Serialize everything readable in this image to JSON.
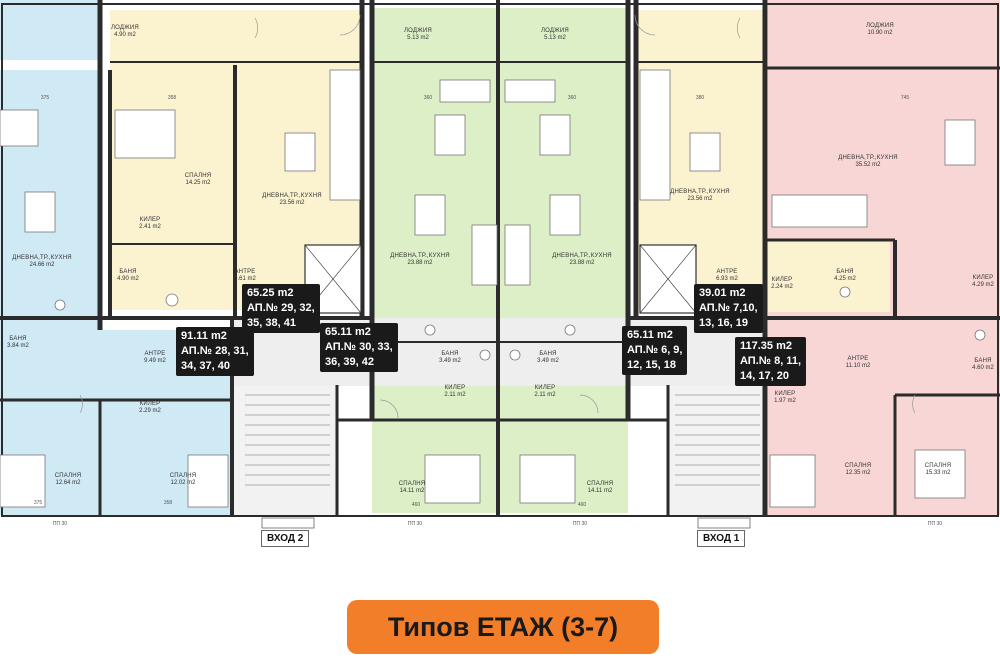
{
  "colors": {
    "blue_unit": "#cfe9f5",
    "yellow_unit": "#fbf2cf",
    "green_unit": "#dcefc7",
    "pink_unit": "#f8d6d6",
    "stair": "#f2f2f2",
    "wall": "#2b2b2b",
    "title_bg": "#f37e2a",
    "badge_bg": "#1a1a1a"
  },
  "title": "Типов ЕТАЖ (3-7)",
  "entrances": {
    "left": "ВХОД 2",
    "right": "ВХОД 1"
  },
  "badges": [
    {
      "area": "91.11 m2",
      "l1": "АП.№ 28, 31,",
      "l2": "34, 37, 40"
    },
    {
      "area": "65.25 m2",
      "l1": "АП.№ 29, 32,",
      "l2": "35, 38, 41"
    },
    {
      "area": "65.11 m2",
      "l1": "АП.№ 30, 33,",
      "l2": "36, 39, 42"
    },
    {
      "area": "65.11 m2",
      "l1": "АП.№ 6, 9,",
      "l2": "12, 15, 18"
    },
    {
      "area": "39.01 m2",
      "l1": "АП.№ 7,10,",
      "l2": "13, 16, 19"
    },
    {
      "area": "117.35 m2",
      "l1": "АП.№ 8, 11,",
      "l2": "14, 17, 20"
    }
  ],
  "rooms": [
    {
      "name": "ЛОДЖИЯ",
      "area": "4.90 m2"
    },
    {
      "name": "ЛОДЖИЯ",
      "area": "5.13 m2"
    },
    {
      "name": "ЛОДЖИЯ",
      "area": "5.13 m2"
    },
    {
      "name": "ЛОДЖИЯ",
      "area": "10.90 m2"
    },
    {
      "name": "СПАЛНЯ",
      "area": "14.25 m2"
    },
    {
      "name": "ДНЕВНА,ТР.,КУХНЯ",
      "area": "23.56 m2"
    },
    {
      "name": "ДНЕВНА,ТР.,КУХНЯ",
      "area": "24.66 m2"
    },
    {
      "name": "ДНЕВНА,ТР.,КУХНЯ",
      "area": "23.88 m2"
    },
    {
      "name": "ДНЕВНА,ТР.,КУХНЯ",
      "area": "23.88 m2"
    },
    {
      "name": "ДНЕВНА,ТР.,КУХНЯ",
      "area": "23.56 m2"
    },
    {
      "name": "ДНЕВНА,ТР.,КУХНЯ",
      "area": "35.52 m2"
    },
    {
      "name": "КИЛЕР",
      "area": "2.41 m2"
    },
    {
      "name": "БАНЯ",
      "area": "4.90 m2"
    },
    {
      "name": "АНТРЕ",
      "area": "5.61 m2"
    },
    {
      "name": "БАНЯ",
      "area": "3.84 m2"
    },
    {
      "name": "АНТРЕ",
      "area": "9.49 m2"
    },
    {
      "name": "КИЛЕР",
      "area": "2.29 m2"
    },
    {
      "name": "СПАЛНЯ",
      "area": "12.64 m2"
    },
    {
      "name": "СПАЛНЯ",
      "area": "12.02 m2"
    },
    {
      "name": "БАНЯ",
      "area": "3.49 m2"
    },
    {
      "name": "БАНЯ",
      "area": "3.49 m2"
    },
    {
      "name": "КИЛЕР",
      "area": "2.11 m2"
    },
    {
      "name": "КИЛЕР",
      "area": "2.11 m2"
    },
    {
      "name": "СПАЛНЯ",
      "area": "14.11 m2"
    },
    {
      "name": "СПАЛНЯ",
      "area": "14.11 m2"
    },
    {
      "name": "АНТРЕ",
      "area": "6.93 m2"
    },
    {
      "name": "БАНЯ",
      "area": "4.25 m2"
    },
    {
      "name": "КИЛЕР",
      "area": "2.24 m2"
    },
    {
      "name": "КИЛЕР",
      "area": "4.29 m2"
    },
    {
      "name": "БАНЯ",
      "area": "4.60 m2"
    },
    {
      "name": "АНТРЕ",
      "area": "11.10 m2"
    },
    {
      "name": "КИЛЕР",
      "area": "1.97 m2"
    },
    {
      "name": "СПАЛНЯ",
      "area": "12.35 m2"
    },
    {
      "name": "СПАЛНЯ",
      "area": "15.33 m2"
    }
  ],
  "dims": [
    "375",
    "358",
    "360",
    "360",
    "380",
    "745",
    "460",
    "460",
    "375",
    "358",
    "ПП 30",
    "ПП 30",
    "ПП 30",
    "ПП 30"
  ]
}
